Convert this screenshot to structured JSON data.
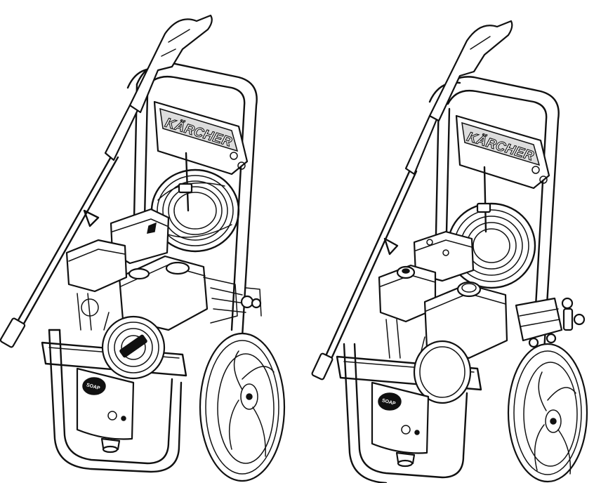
{
  "figures": [
    {
      "id": "pressure-washer-left",
      "brand_label": "KÄRCHER",
      "detergent_label": "SOAP"
    },
    {
      "id": "pressure-washer-right",
      "brand_label": "KÄRCHER",
      "detergent_label": "SOAP"
    }
  ],
  "colors": {
    "line": "#111111",
    "background": "#ffffff"
  }
}
